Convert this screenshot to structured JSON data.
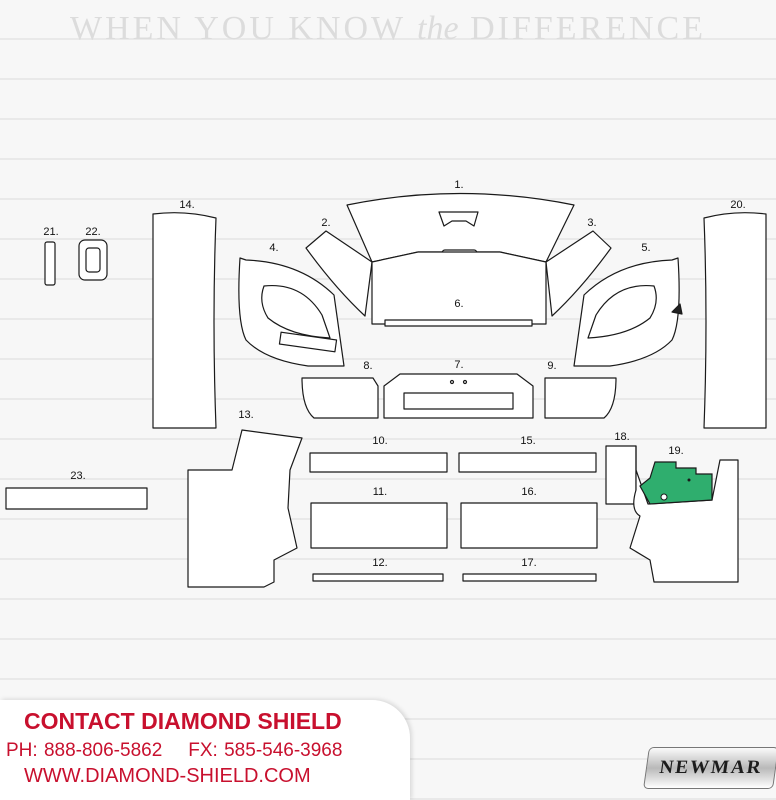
{
  "tagline": {
    "before": "WHEN YOU KNOW",
    "italic": "the",
    "after": "DIFFERENCE"
  },
  "parts": {
    "p1": "1.",
    "p2": "2.",
    "p3": "3.",
    "p4": "4.",
    "p5": "5.",
    "p6": "6.",
    "p7": "7.",
    "p8": "8.",
    "p9": "9.",
    "p10": "10.",
    "p11": "11.",
    "p12": "12.",
    "p13": "13.",
    "p14": "14.",
    "p15": "15.",
    "p16": "16.",
    "p17": "17.",
    "p18": "18.",
    "p19": "19.",
    "p20": "20.",
    "p21": "21.",
    "p22": "22.",
    "p23": "23."
  },
  "highlight_color": "#2fae6e",
  "contact": {
    "heading": "CONTACT DIAMOND SHIELD",
    "phone": "PH: 888-806-5862",
    "fax": "FX: 585-546-3968",
    "website": "WWW.DIAMOND-SHIELD.COM",
    "accent_color": "#c8102e"
  },
  "brand": {
    "name": "NEWMAR"
  }
}
